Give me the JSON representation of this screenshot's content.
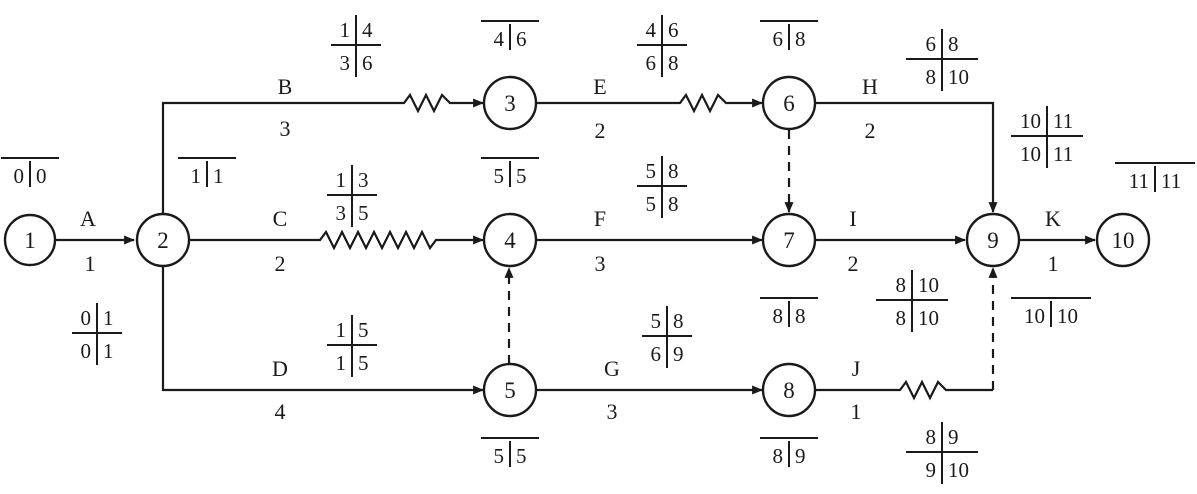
{
  "nodes": [
    {
      "id": "1",
      "label": "1"
    },
    {
      "id": "2",
      "label": "2"
    },
    {
      "id": "3",
      "label": "3"
    },
    {
      "id": "4",
      "label": "4"
    },
    {
      "id": "5",
      "label": "5"
    },
    {
      "id": "6",
      "label": "6"
    },
    {
      "id": "7",
      "label": "7"
    },
    {
      "id": "8",
      "label": "8"
    },
    {
      "id": "9",
      "label": "9"
    },
    {
      "id": "10",
      "label": "10"
    }
  ],
  "activities": [
    {
      "id": "A",
      "from": "1",
      "to": "2",
      "name": "A",
      "duration": "1"
    },
    {
      "id": "B",
      "from": "2",
      "to": "3",
      "name": "B",
      "duration": "3"
    },
    {
      "id": "C",
      "from": "2",
      "to": "4",
      "name": "C",
      "duration": "2"
    },
    {
      "id": "D",
      "from": "2",
      "to": "5",
      "name": "D",
      "duration": "4"
    },
    {
      "id": "E",
      "from": "3",
      "to": "6",
      "name": "E",
      "duration": "2"
    },
    {
      "id": "F",
      "from": "4",
      "to": "7",
      "name": "F",
      "duration": "3"
    },
    {
      "id": "G",
      "from": "5",
      "to": "8",
      "name": "G",
      "duration": "3"
    },
    {
      "id": "H",
      "from": "6",
      "to": "9",
      "name": "H",
      "duration": "2"
    },
    {
      "id": "I",
      "from": "7",
      "to": "9",
      "name": "I",
      "duration": "2"
    },
    {
      "id": "J",
      "from": "8",
      "to": "9",
      "name": "J",
      "duration": "1"
    },
    {
      "id": "K",
      "from": "9",
      "to": "10",
      "name": "K",
      "duration": "1"
    }
  ],
  "dummy_activities": [
    {
      "from": "6",
      "to": "7"
    },
    {
      "from": "5",
      "to": "4"
    },
    {
      "from": "8",
      "to": "9"
    }
  ],
  "node_times": {
    "1": [
      "0",
      "0"
    ],
    "2": [
      "1",
      "1"
    ],
    "3": [
      "4",
      "6"
    ],
    "4": [
      "5",
      "5"
    ],
    "5": [
      "5",
      "5"
    ],
    "6": [
      "6",
      "8"
    ],
    "7": [
      "8",
      "8"
    ],
    "8": [
      "8",
      "9"
    ],
    "9": [
      "10",
      "10"
    ],
    "10": [
      "11",
      "11"
    ]
  },
  "activity_times": {
    "A": [
      "0",
      "1",
      "0",
      "1"
    ],
    "B": [
      "1",
      "4",
      "3",
      "6"
    ],
    "C": [
      "1",
      "3",
      "3",
      "5"
    ],
    "D": [
      "1",
      "5",
      "1",
      "5"
    ],
    "E": [
      "4",
      "6",
      "6",
      "8"
    ],
    "F": [
      "5",
      "8",
      "5",
      "8"
    ],
    "G": [
      "5",
      "8",
      "6",
      "9"
    ],
    "H": [
      "6",
      "8",
      "8",
      "10"
    ],
    "I": [
      "8",
      "10",
      "8",
      "10"
    ],
    "J": [
      "8",
      "9",
      "9",
      "10"
    ],
    "K": [
      "10",
      "11",
      "10",
      "11"
    ]
  }
}
